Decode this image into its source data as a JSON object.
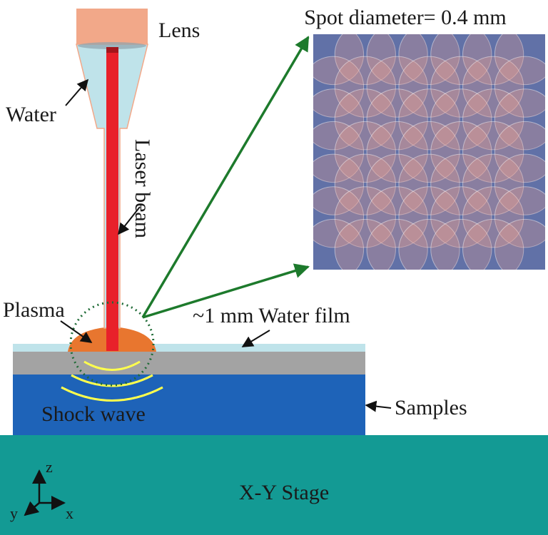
{
  "labels": {
    "lens": "Lens",
    "water": "Water",
    "laser_beam": "Laser beam",
    "plasma": "Plasma",
    "water_film": "~1 mm Water film",
    "samples": "Samples",
    "shock_wave": "Shock wave",
    "stage": "X-Y Stage",
    "spot_diameter": "Spot diameter= 0.4 mm"
  },
  "axes": {
    "z": "z",
    "x": "x",
    "y": "y"
  },
  "spot_grid": {
    "rows": 7,
    "cols": 7
  },
  "colors": {
    "lens": "#f2a889",
    "water": "#bfe3ea",
    "laser": "#e8212a",
    "plasma": "#e8762f",
    "sample": "#1e63b8",
    "gray_layer": "#a3a3a3",
    "stage": "#139a94",
    "arrow": "#1d7a2c",
    "shock_wave": "#ffff4d",
    "spot_fill": "#f0a38f",
    "spot_panel": "#2a5fb0"
  },
  "icons": [
    "pointer-arrow-icon",
    "zoom-arrow-icon",
    "axis-icon"
  ]
}
